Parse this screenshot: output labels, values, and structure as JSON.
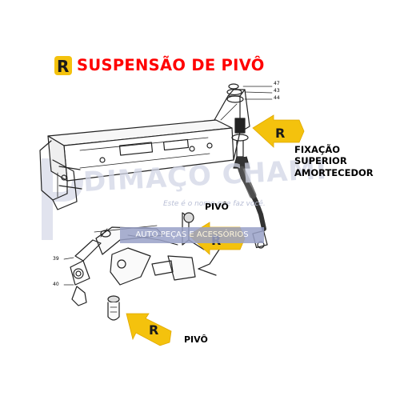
{
  "title": {
    "text": "SUSPENSÃO DE PIVÔ"
  },
  "callouts": {
    "top_line1": "FIXAÇÃO",
    "top_line2": "SUPERIOR",
    "top_line3": "AMORTECEDOR",
    "middle": "PIVÔ",
    "bottom": "PIVÔ"
  },
  "part_numbers": [
    "47",
    "43",
    "44",
    "39",
    "40"
  ],
  "watermark": {
    "brand": "DIMAÇO CHAMI",
    "tagline": "Este é o nome que faz você.",
    "banner": "AUTO PEÇAS E ACESSÓRIOS"
  },
  "colors": {
    "title": "#ff0000",
    "arrow": "#f4c20d",
    "logo": "#f4c20d",
    "watermark": "#b9bfd6",
    "banner": "#7f88b5"
  },
  "icons": [
    "logo-icon",
    "arrow-icon"
  ]
}
